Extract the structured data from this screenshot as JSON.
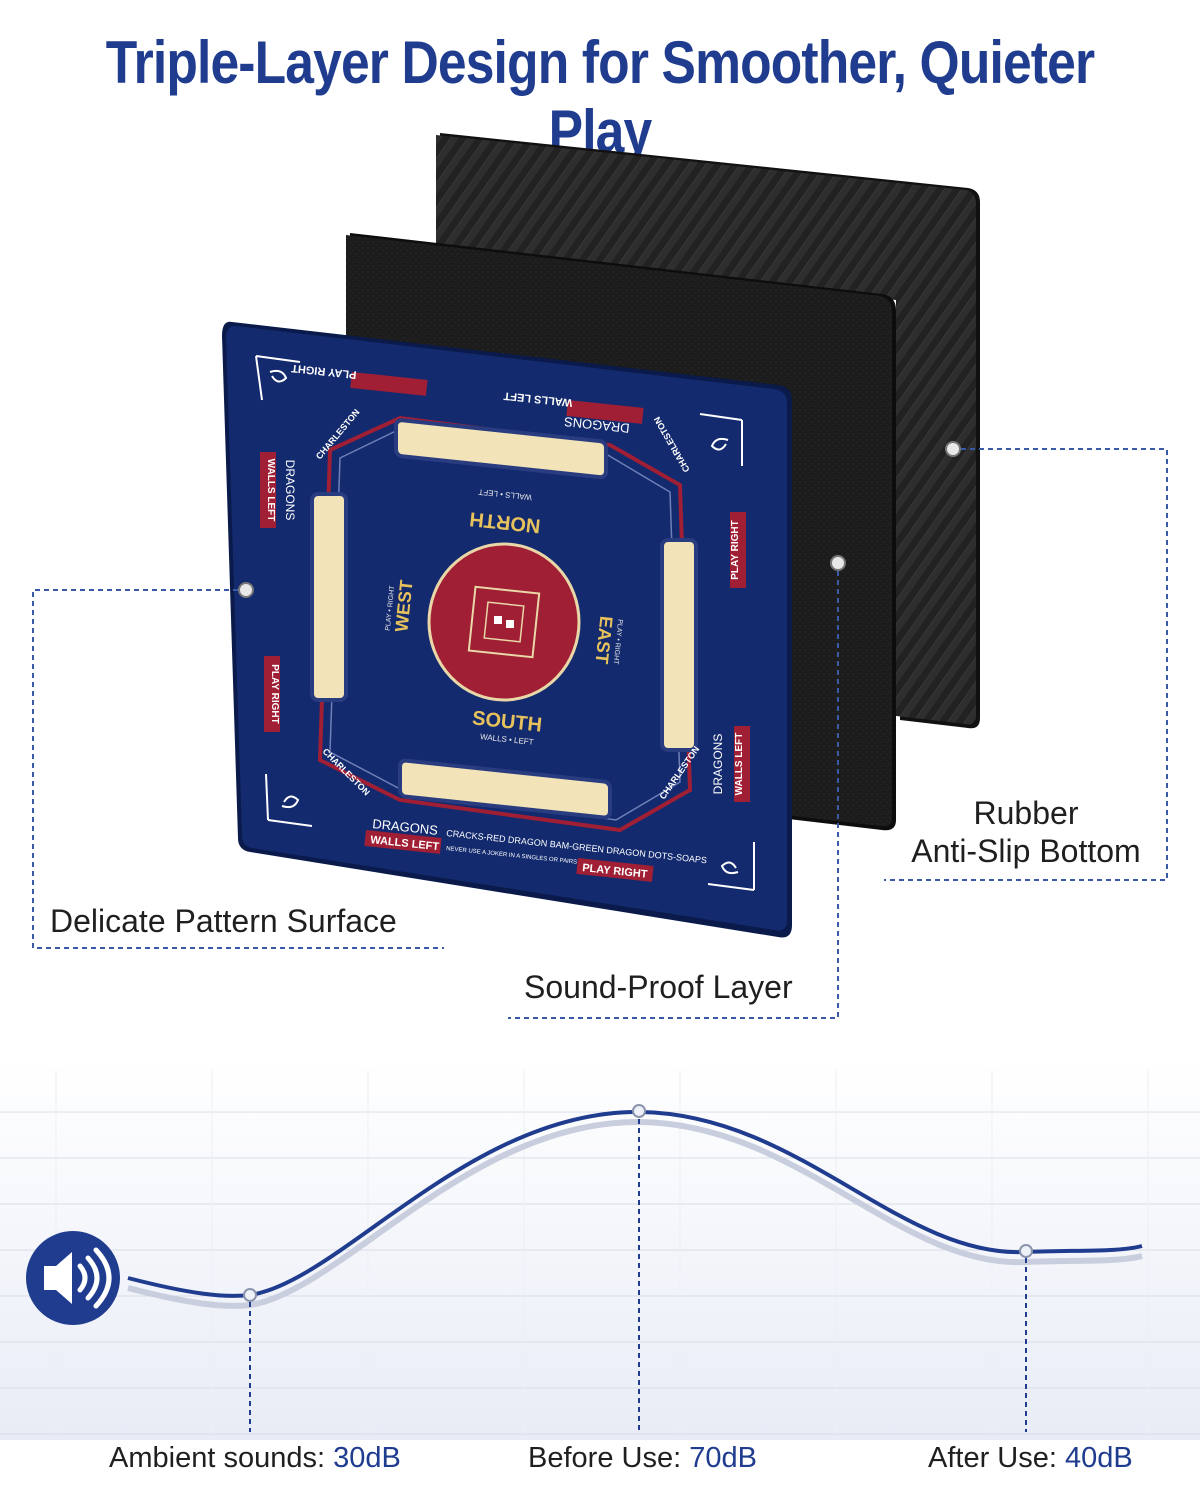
{
  "headline": "Triple-Layer Design for Smoother, Quieter Play",
  "layers": {
    "top": {
      "label": "Delicate Pattern Surface",
      "icon": "mahjong-mat-surface"
    },
    "middle": {
      "label": "Sound-Proof Layer"
    },
    "bottom": {
      "line1": "Rubber",
      "line2": "Anti-Slip Bottom"
    }
  },
  "mat": {
    "north": "NORTH",
    "north_sub": "WALLS • LEFT",
    "south": "SOUTH",
    "south_sub": "WALLS • LEFT",
    "east": "EAST",
    "east_sub": "PLAY • RIGHT",
    "west": "WEST",
    "west_sub": "PLAY • RIGHT",
    "dragons": "DRAGONS",
    "walls_left": "WALLS LEFT",
    "play_right": "PLAY RIGHT",
    "charleston": "CHARLESTON",
    "dragons_rule": "CRACKS-RED DRAGON  BAM-GREEN DRAGON  DOTS-SOAPS",
    "joker_rule": "NEVER USE A JOKER IN A SINGLES OR PAIRS"
  },
  "stats": [
    {
      "label": "Ambient sounds: ",
      "value": "30dB"
    },
    {
      "label": "Before Use: ",
      "value": "70dB"
    },
    {
      "label": "After Use: ",
      "value": "40dB"
    }
  ],
  "icons": {
    "speaker": "speaker-volume-icon"
  },
  "colors": {
    "brand_blue": "#1f3c8f",
    "mat_blue": "#132a6e",
    "mat_red": "#a01f35",
    "rubber": "#1b1b1b"
  }
}
